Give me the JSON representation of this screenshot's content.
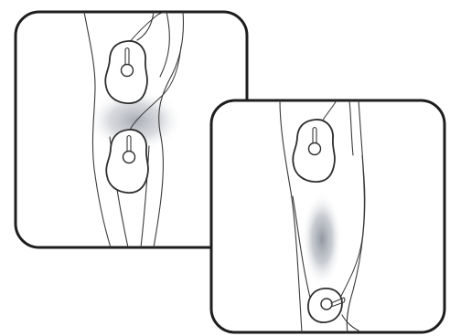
{
  "panels": [
    {
      "id": "knee-view",
      "pads": 2,
      "highlight_region": "knee"
    },
    {
      "id": "calf-view",
      "pads": 2,
      "highlight_region": "calf"
    }
  ],
  "colors": {
    "frame": "#1e1e1e",
    "line": "#3a3a3a",
    "highlight": "#8c919c",
    "background": "#ffffff"
  }
}
